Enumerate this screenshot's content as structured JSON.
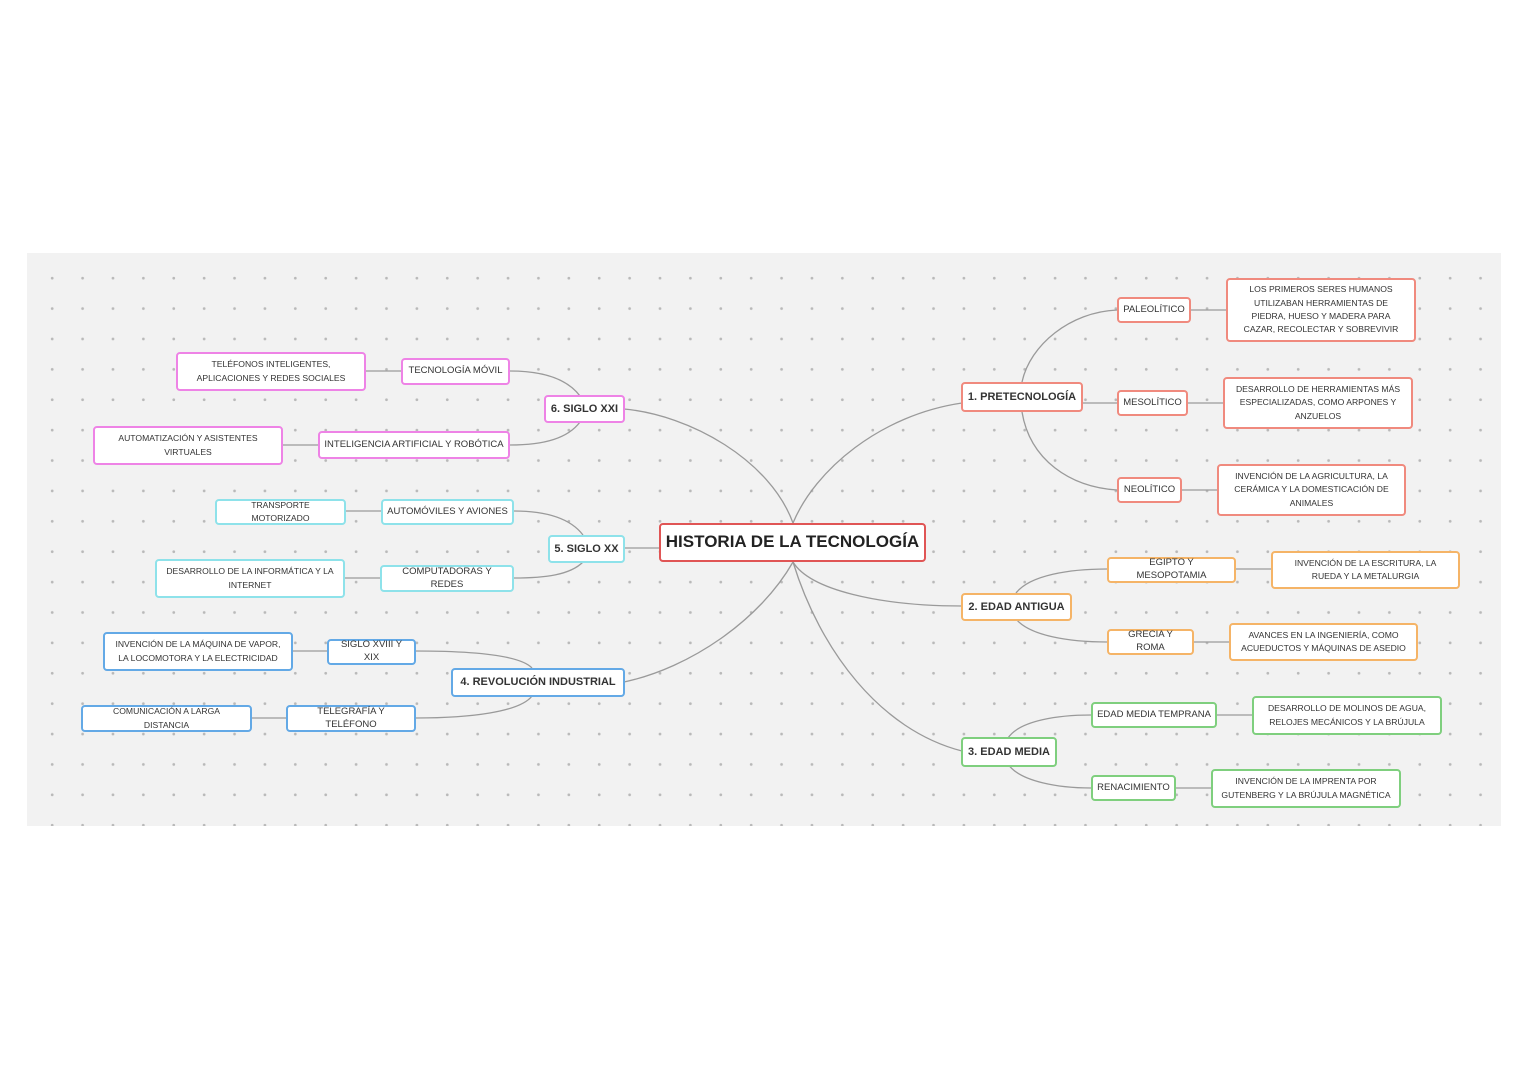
{
  "center": {
    "label": "HISTORIA DE LA TECNOLOGÍA"
  },
  "branches": {
    "pretecnologia": {
      "label": "1. PRETECNOLOGÍA",
      "children": [
        {
          "label": "PALEOLÍTICO",
          "detail": "LOS PRIMEROS SERES HUMANOS UTILIZABAN HERRAMIENTAS DE PIEDRA, HUESO Y MADERA PARA CAZAR, RECOLECTAR Y SOBREVIVIR"
        },
        {
          "label": "MESOLÍTICO",
          "detail": "DESARROLLO DE HERRAMIENTAS MÁS ESPECIALIZADAS, COMO ARPONES Y ANZUELOS"
        },
        {
          "label": "NEOLÍTICO",
          "detail": "INVENCIÓN DE LA AGRICULTURA, LA CERÁMICA Y LA DOMESTICACIÓN DE ANIMALES"
        }
      ]
    },
    "edad_antigua": {
      "label": "2. EDAD ANTIGUA",
      "children": [
        {
          "label": "EGIPTO Y MESOPOTAMIA",
          "detail": "INVENCIÓN DE LA ESCRITURA, LA RUEDA Y LA METALURGIA"
        },
        {
          "label": "GRECIA Y ROMA",
          "detail": "AVANCES EN LA INGENIERÍA, COMO ACUEDUCTOS Y MÁQUINAS DE ASEDIO"
        }
      ]
    },
    "edad_media": {
      "label": "3. EDAD MEDIA",
      "children": [
        {
          "label": "EDAD MEDIA TEMPRANA",
          "detail": "DESARROLLO DE MOLINOS DE AGUA, RELOJES MECÁNICOS Y LA BRÚJULA"
        },
        {
          "label": "RENACIMIENTO",
          "detail": "INVENCIÓN DE LA IMPRENTA POR GUTENBERG Y LA BRÚJULA MAGNÉTICA"
        }
      ]
    },
    "revolucion_industrial": {
      "label": "4. REVOLUCIÓN INDUSTRIAL",
      "children": [
        {
          "label": "SIGLO XVIII Y XIX",
          "detail": "INVENCIÓN DE LA MÁQUINA DE VAPOR, LA LOCOMOTORA Y LA ELECTRICIDAD"
        },
        {
          "label": "TELEGRAFÍA Y TELÉFONO",
          "detail": "COMUNICACIÓN A LARGA DISTANCIA"
        }
      ]
    },
    "siglo_xx": {
      "label": "5. SIGLO XX",
      "children": [
        {
          "label": "AUTOMÓVILES Y AVIONES",
          "detail": "TRANSPORTE MOTORIZADO"
        },
        {
          "label": "COMPUTADORAS Y REDES",
          "detail": "DESARROLLO DE LA INFORMÁTICA Y LA INTERNET"
        }
      ]
    },
    "siglo_xxi": {
      "label": "6. SIGLO XXI",
      "children": [
        {
          "label": "TECNOLOGÍA MÓVIL",
          "detail": "TELÉFONOS INTELIGENTES, APLICACIONES Y REDES SOCIALES"
        },
        {
          "label": "INTELIGENCIA ARTIFICIAL Y ROBÓTICA",
          "detail": "AUTOMATIZACIÓN Y ASISTENTES VIRTUALES"
        }
      ]
    }
  },
  "colors": {
    "center": "#e05555",
    "pretecnologia": "#f08a7e",
    "edad_antigua": "#f5b467",
    "edad_media": "#7fcf7e",
    "revolucion_industrial": "#63a9e6",
    "siglo_xx": "#8ee2ea",
    "siglo_xxi": "#ee83e6",
    "canvas_background": "#f2f2f2"
  }
}
